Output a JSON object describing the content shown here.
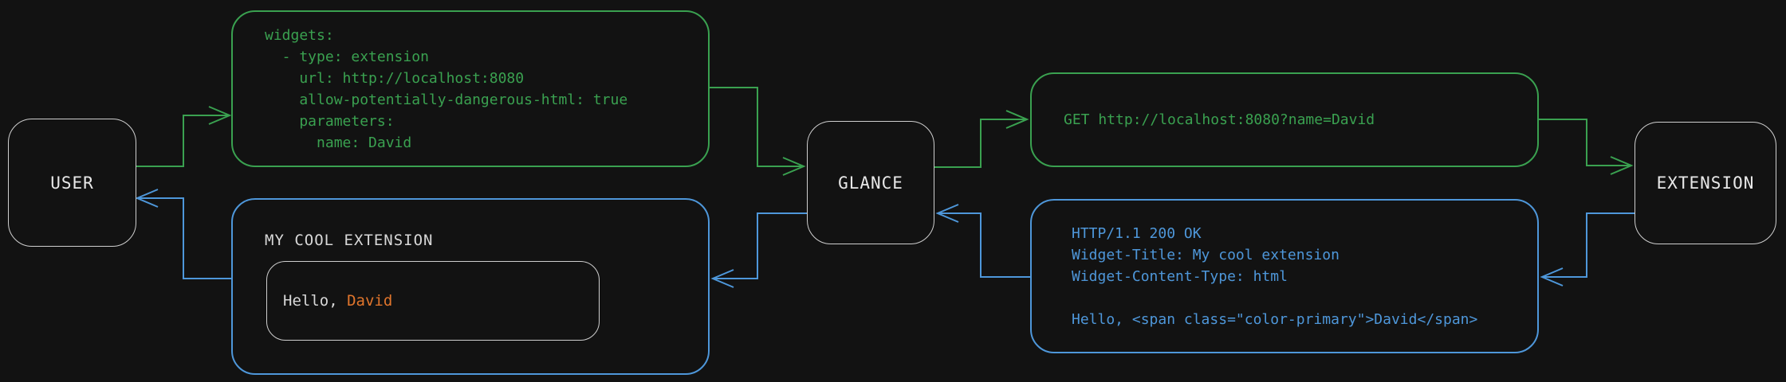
{
  "colors": {
    "background": "#121212",
    "green": "#3aa150",
    "blue": "#4e97da",
    "orange": "#e0752c",
    "node_border": "#cfcfcf",
    "node_text": "#e8e8e8",
    "text_light": "#d8d8d8"
  },
  "nodes": {
    "user": {
      "label": "USER"
    },
    "glance": {
      "label": "GLANCE"
    },
    "extension": {
      "label": "EXTENSION"
    }
  },
  "config_block": {
    "lines": [
      "widgets:",
      "  - type: extension",
      "    url: http://localhost:8080",
      "    allow-potentially-dangerous-html: true",
      "    parameters:",
      "      name: David"
    ]
  },
  "request_block": {
    "text": "GET http://localhost:8080?name=David"
  },
  "response_block": {
    "lines": [
      "HTTP/1.1 200 OK",
      "Widget-Title: My cool extension",
      "Widget-Content-Type: html",
      "",
      "Hello, <span class=\"color-primary\">David</span>"
    ]
  },
  "widget_preview": {
    "title": "MY COOL EXTENSION",
    "greeting_prefix": "Hello, ",
    "greeting_name": "David"
  }
}
